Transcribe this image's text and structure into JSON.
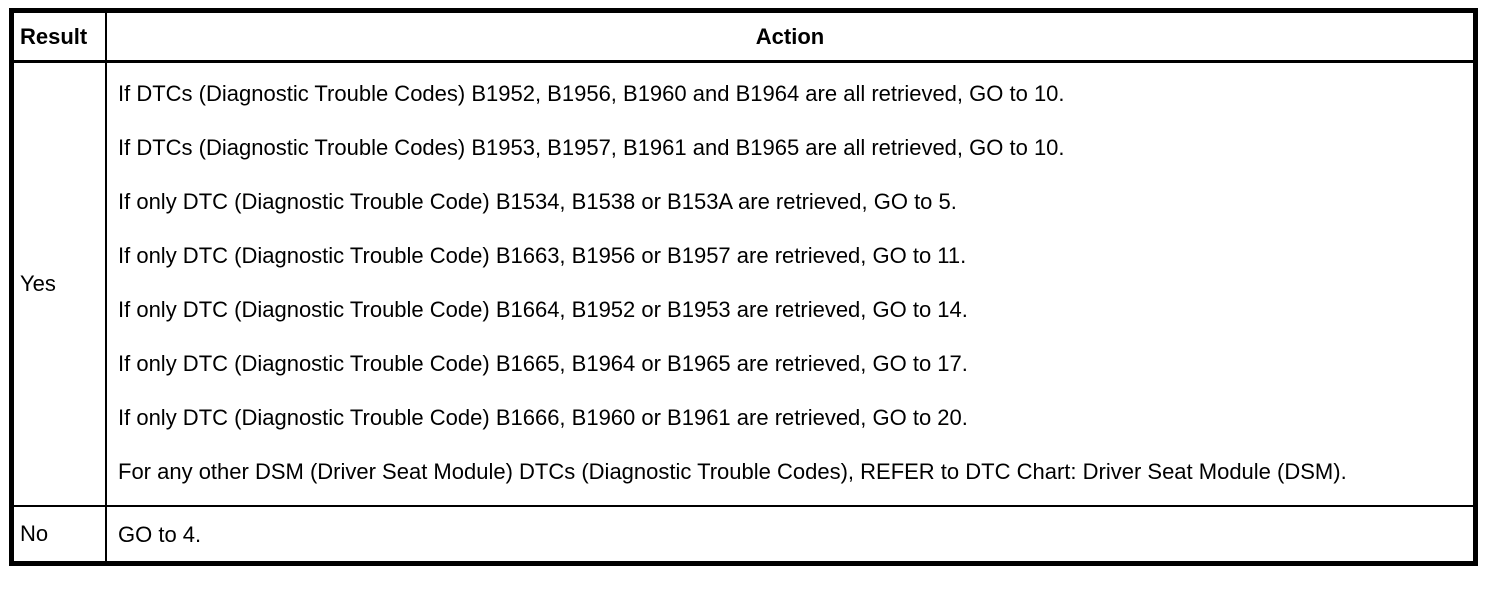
{
  "colors": {
    "border": "#000000",
    "text": "#000000",
    "background": "#ffffff"
  },
  "table": {
    "header": {
      "result": "Result",
      "action": "Action"
    },
    "rows": [
      {
        "result": "Yes",
        "actions": [
          "If DTCs (Diagnostic Trouble Codes) B1952, B1956, B1960 and B1964 are all retrieved, GO to 10.",
          "If DTCs (Diagnostic Trouble Codes) B1953, B1957, B1961 and B1965 are all retrieved, GO to 10.",
          "If only DTC (Diagnostic Trouble Code) B1534, B1538 or B153A are retrieved, GO to 5.",
          "If only DTC (Diagnostic Trouble Code) B1663, B1956 or B1957 are retrieved, GO to 11.",
          "If only DTC (Diagnostic Trouble Code) B1664, B1952 or B1953 are retrieved, GO to 14.",
          "If only DTC (Diagnostic Trouble Code) B1665, B1964 or B1965 are retrieved, GO to 17.",
          "If only DTC (Diagnostic Trouble Code) B1666, B1960 or B1961 are retrieved, GO to 20.",
          "For any other DSM (Driver Seat Module) DTCs (Diagnostic Trouble Codes), REFER to DTC Chart: Driver Seat Module (DSM)."
        ]
      },
      {
        "result": "No",
        "actions": [
          "GO to 4."
        ]
      }
    ]
  }
}
